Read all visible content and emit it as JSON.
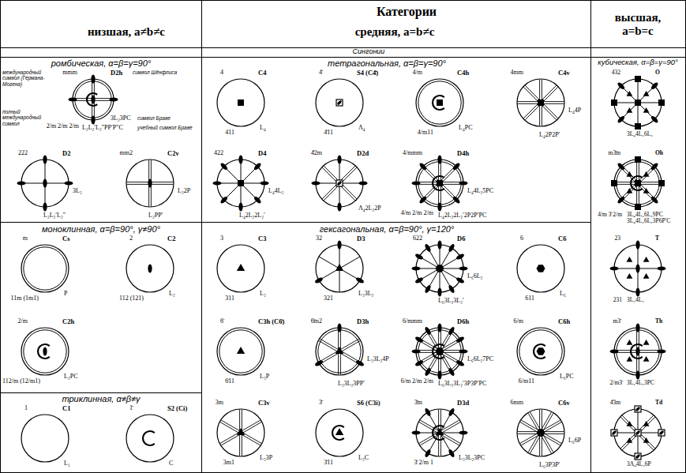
{
  "diagram": {
    "title": "Категории",
    "nodes": [
      {
        "text": [
          "низшая, a≠b≠c"
        ]
      },
      {
        "text": [
          "средняя, a=b≠c"
        ]
      },
      {
        "text": [
          "высшая, a=b=c"
        ]
      },
      {
        "text": [
          "ромбическая, α=β=γ=90°"
        ]
      },
      {
        "text": [
          "mmm",
          "D2h",
          "2/m 2/m 2/m",
          "3L₂3PC",
          "L₂L₂′L₂″PP′P″C",
          "международный символ (Германа-Могена)",
          "символ Шёнфлиса",
          "полный международный символ",
          "символ Браве",
          "учебный символ Браве"
        ],
        "in": 3
      },
      {
        "text": [
          "222",
          "D2",
          "3L₂",
          "L₂L₂′L₂″"
        ],
        "in": 3
      },
      {
        "text": [
          "mm2",
          "C2v",
          "L₂2P",
          "L₂PP′"
        ],
        "in": 3
      },
      {
        "text": [
          "тетрагональная, α=β=γ=90°"
        ]
      },
      {
        "text": [
          "4",
          "C4",
          "411",
          "L₄"
        ],
        "in": 7
      },
      {
        "text": [
          "4̄",
          "S4 (C4̄)",
          "4̄11",
          "Λ₄"
        ],
        "in": 7
      },
      {
        "text": [
          "4/m",
          "C4h",
          "4/m11",
          "L₄PC"
        ],
        "in": 7
      },
      {
        "text": [
          "4mm",
          "C4v",
          "L₄4P",
          "L₄2P2P′"
        ],
        "in": 7
      },
      {
        "text": [
          "422",
          "D4",
          "L₄4L₂",
          "L₄2L₂2L₂′"
        ],
        "in": 7
      },
      {
        "text": [
          "4̄2m",
          "D2d",
          "Λ₄2L₂2P"
        ],
        "in": 7
      },
      {
        "text": [
          "4/mmm",
          "D4h",
          "4/m 2/m 2/m",
          "L₄4L₂5PC",
          "L₄2L₂2L₂′2P2P′PC"
        ],
        "in": 7
      },
      {
        "text": [
          "кубическая, α=β=γ=90°"
        ]
      },
      {
        "text": [
          "432",
          "O",
          "3L₄4L₃6L₂"
        ],
        "in": 15
      },
      {
        "text": [
          "m3̄m",
          "Oh",
          "4/m 3̄ 2/m",
          "3L₄4L₃6L₂9PC",
          "3L₄4L₃6L₂3P6P′C"
        ],
        "in": 15
      },
      {
        "text": [
          "23",
          "T",
          "231",
          "3L₂4L₃"
        ],
        "in": 15
      },
      {
        "text": [
          "m3̄",
          "Th",
          "2/m3̄",
          "3L₂4L₃3PC"
        ],
        "in": 15
      },
      {
        "text": [
          "4̄3m",
          "Td",
          "3Λ₄4L₃6P"
        ],
        "in": 15
      },
      {
        "text": [
          "моноклинная, α=β=90°, γ≠90°"
        ]
      },
      {
        "text": [
          "m",
          "Cs",
          "11m (1m1)",
          "P"
        ],
        "in": 21
      },
      {
        "text": [
          "2",
          "C2",
          "112 (121)",
          "L₂"
        ],
        "in": 21
      },
      {
        "text": [
          "2/m",
          "C2h",
          "112/m (12/m1)",
          "L₂PC"
        ],
        "in": 21
      },
      {
        "text": [
          "гексагональная, α=β=90°, γ=120°"
        ]
      },
      {
        "text": [
          "3",
          "C3",
          "311",
          "L₃"
        ],
        "in": 25
      },
      {
        "text": [
          "32",
          "D3",
          "321",
          "L₃3L₂"
        ],
        "in": 25
      },
      {
        "text": [
          "622",
          "D6",
          "L₆6L₂",
          "L₆3L₂3L₂′"
        ],
        "in": 25
      },
      {
        "text": [
          "6",
          "C6",
          "611",
          "L₆"
        ],
        "in": 25
      },
      {
        "text": [
          "6̄",
          "C3h (C6̄)",
          "6̄11",
          "L₃P"
        ],
        "in": 25
      },
      {
        "text": [
          "6̄m2",
          "D3h",
          "L₃3L₂4P",
          "L₃3L₂3PP′"
        ],
        "in": 25
      },
      {
        "text": [
          "6/mmm",
          "D6h",
          "6/m 2/m 2/m",
          "L₆6L₂7PC",
          "L₆3L₂3L₂′3P3P′PC"
        ],
        "in": 25
      },
      {
        "text": [
          "6/m",
          "C6h",
          "6/m11",
          "L₆PC"
        ],
        "in": 25
      },
      {
        "text": [
          "3m",
          "C3v",
          "3m1",
          "L₃3P"
        ],
        "in": 25
      },
      {
        "text": [
          "3̄",
          "S6 (C3i)",
          "3̄11",
          "L₃C"
        ],
        "in": 25
      },
      {
        "text": [
          "3̄m",
          "D3d",
          "3̄ 2/m 1",
          "L₃3L₂3PC"
        ],
        "in": 25
      },
      {
        "text": [
          "6mm",
          "C6v",
          "L₆6P",
          "L₆3P3P′"
        ],
        "in": 25
      },
      {
        "text": [
          "триклинная, α≠β≠γ"
        ]
      },
      {
        "text": [
          "1",
          "C1",
          "L₁"
        ],
        "in": 38
      },
      {
        "text": [
          "1̄",
          "S2 (Ci)",
          "C"
        ],
        "in": 38
      }
    ],
    "labels": [
      "Сингонии"
    ]
  }
}
